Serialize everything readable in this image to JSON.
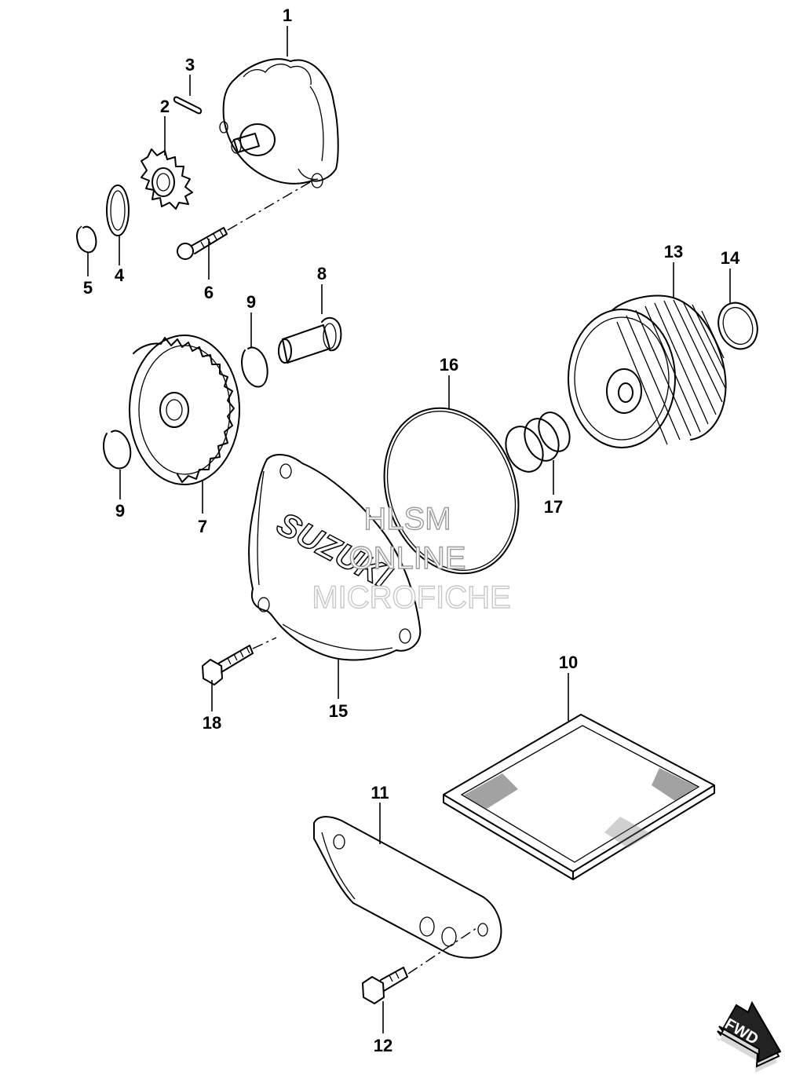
{
  "callouts": [
    {
      "id": "p1",
      "text": "1"
    },
    {
      "id": "p2",
      "text": "2"
    },
    {
      "id": "p3",
      "text": "3"
    },
    {
      "id": "p4",
      "text": "4"
    },
    {
      "id": "p5",
      "text": "5"
    },
    {
      "id": "p6",
      "text": "6"
    },
    {
      "id": "p7",
      "text": "7"
    },
    {
      "id": "p8",
      "text": "8"
    },
    {
      "id": "p9a",
      "text": "9"
    },
    {
      "id": "p9b",
      "text": "9"
    },
    {
      "id": "p10",
      "text": "10"
    },
    {
      "id": "p11",
      "text": "11"
    },
    {
      "id": "p12",
      "text": "12"
    },
    {
      "id": "p13",
      "text": "13"
    },
    {
      "id": "p14",
      "text": "14"
    },
    {
      "id": "p15",
      "text": "15"
    },
    {
      "id": "p16",
      "text": "16"
    },
    {
      "id": "p17",
      "text": "17"
    },
    {
      "id": "p18",
      "text": "18"
    }
  ],
  "watermark": {
    "line1": "HLSM",
    "line2": "ONLINE",
    "line3": "MICROFICHE"
  },
  "direction_arrow": {
    "label": "FWD",
    "icon": "fwd-arrow-icon"
  },
  "cover_logo": {
    "text": "SUZUKI"
  }
}
